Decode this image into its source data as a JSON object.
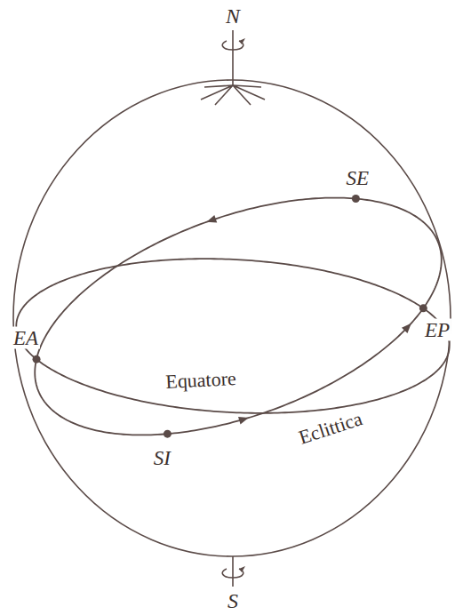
{
  "diagram": {
    "labels": [
      "N",
      "SE",
      "EA",
      "Equatore",
      "EP",
      "SI",
      "Eclittica",
      "S"
    ]
  }
}
